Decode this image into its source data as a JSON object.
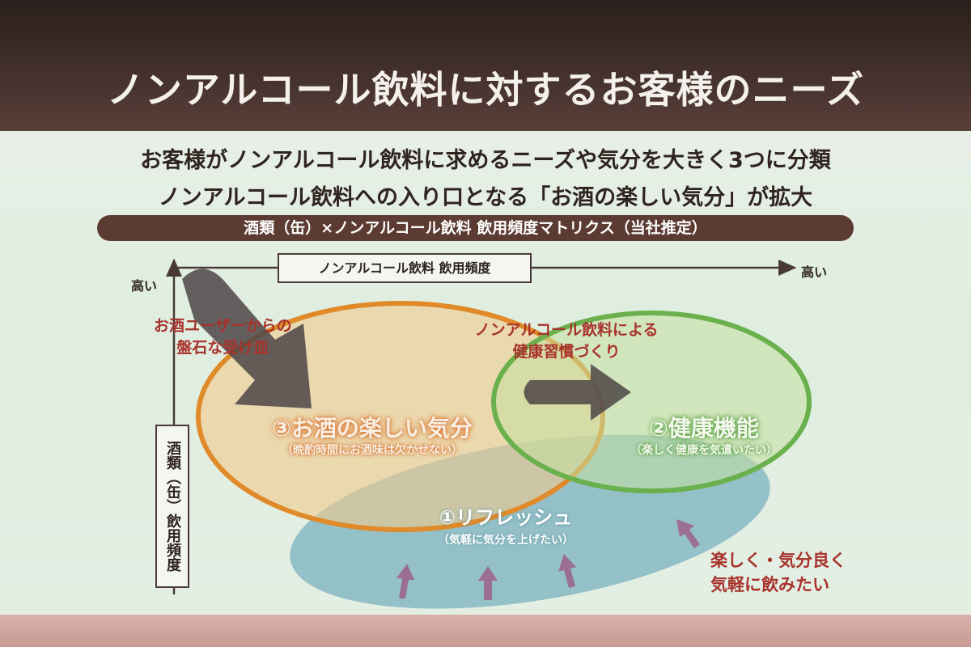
{
  "title": "ノンアルコール飲料に対するお客様のニーズ",
  "subtitles": [
    "お客様がノンアルコール飲料に求めるニーズや気分を大きく3つに分類",
    "ノンアルコール飲料への入り口となる「お酒の楽しい気分」が拡大"
  ],
  "matrix_title": "酒類（缶）×ノンアルコール飲料 飲用頻度マトリクス（当社推定）",
  "x_axis": {
    "label": "ノンアルコール飲料 飲用頻度",
    "high": "高い"
  },
  "y_axis": {
    "label": "酒類（缶）飲用頻度",
    "high": "高い"
  },
  "segments": [
    {
      "name": "③お酒の楽しい気分",
      "desc": "（晩酌時間にお酒味は欠かせない）",
      "color": "#e08a2a"
    },
    {
      "name": "②健康機能",
      "desc": "（楽しく健康を気遣いたい）",
      "color": "#6ab04c"
    },
    {
      "name": "①リフレッシュ",
      "desc": "（気軽に気分を上げたい）",
      "color": "#7fb0bf"
    }
  ],
  "annotations": {
    "from_alcohol": [
      "お酒ユーザーからの",
      "盤石な受け皿"
    ],
    "health_habit": [
      "ノンアルコール飲料による",
      "健康習慣づくり"
    ],
    "casual": [
      "楽しく・気分良く",
      "気軽に飲みたい"
    ]
  },
  "colors": {
    "accent_red": "#a8322c",
    "brown": "#5c3b32",
    "arrow_gray": "#4e4547",
    "arrow_purple": "#9a6f90"
  }
}
